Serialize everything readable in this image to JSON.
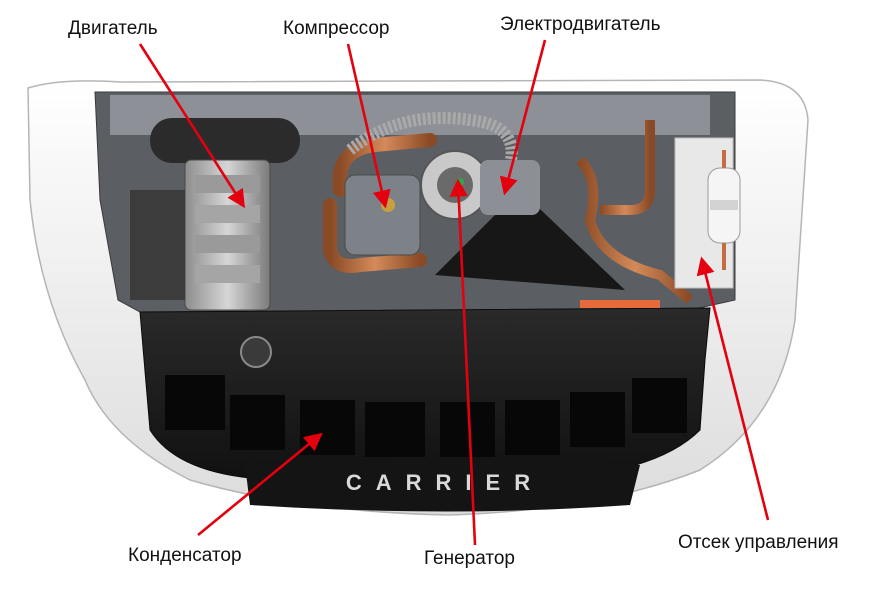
{
  "labels": {
    "engine": "Двигатель",
    "compressor": "Компрессор",
    "motor": "Электродвигатель",
    "condenser": "Конденсатор",
    "generator": "Генератор",
    "control_compartment": "Отсек управления"
  },
  "brand": "CARRIER",
  "colors": {
    "arrow": "#e3000f",
    "housing": "#f4f4f4",
    "grille": "#1c1c1c",
    "copper": "#c07040"
  }
}
